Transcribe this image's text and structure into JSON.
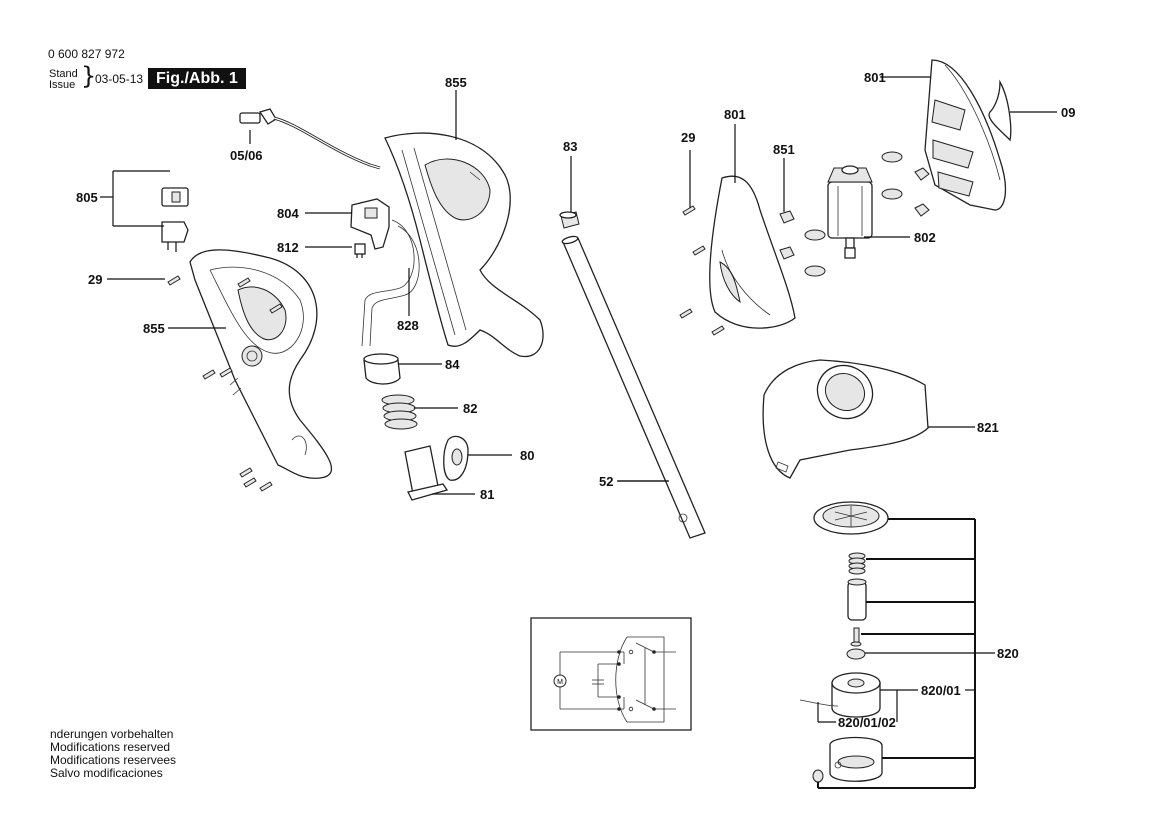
{
  "header": {
    "document_number": "0 600 827 972",
    "stand_label": "Stand",
    "issue_label": "Issue",
    "issue_date": "03-05-13",
    "figure_label": "Fig./Abb. 1"
  },
  "footer": {
    "lines": [
      "nderungen vorbehalten",
      "Modifications reserved",
      "Modifications reservees",
      "Salvo modificaciones"
    ]
  },
  "parts": {
    "cable": "05/06",
    "plug_set": "805",
    "screw_left": "29",
    "handle_left_half": "855",
    "switch": "804",
    "capacitor": "812",
    "wire": "828",
    "handle_right_half": "855",
    "sleeve": "84",
    "spring": "82",
    "lever": "80",
    "holder": "81",
    "plug_cap": "83",
    "tube": "52",
    "screw_right": "29",
    "motor_housing_left": "801",
    "damper": "851",
    "motor": "802",
    "motor_housing_right": "801",
    "nameplate": "09",
    "guard": "821",
    "spool_set": "820",
    "spool": "820/01",
    "line": "820/01/02"
  },
  "schematic": {
    "motor_symbol": "M"
  }
}
